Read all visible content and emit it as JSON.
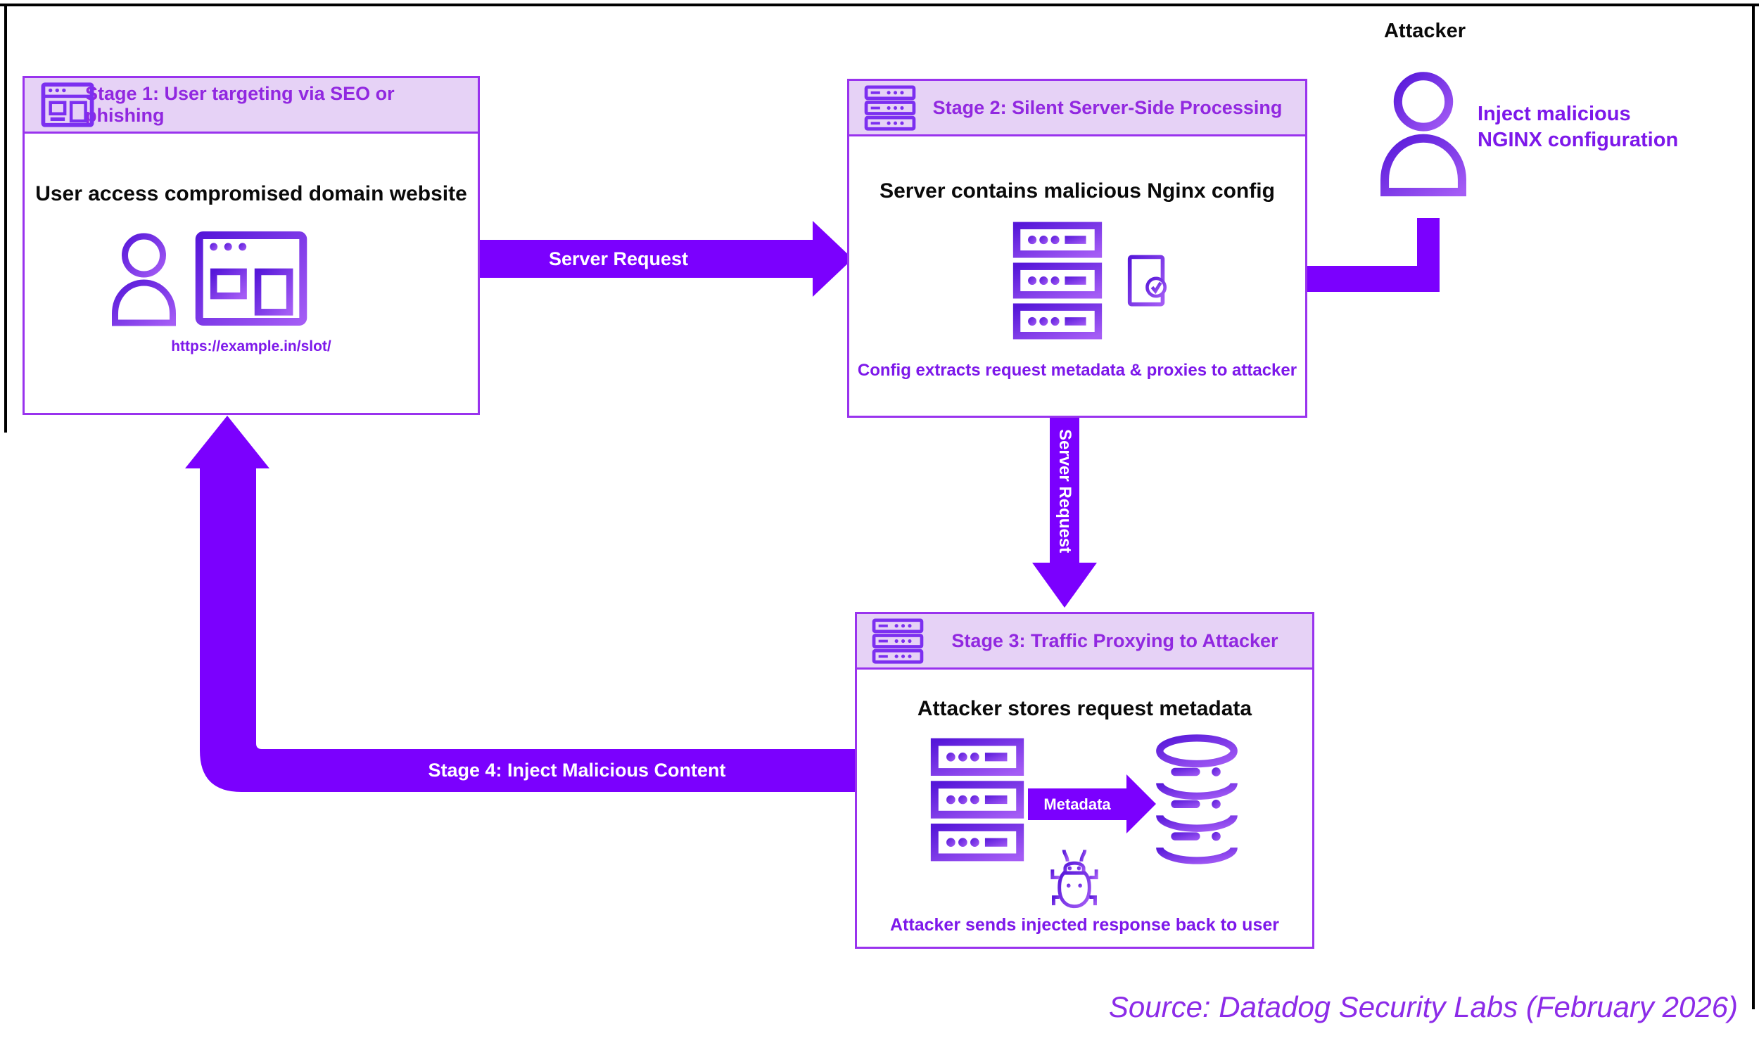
{
  "colors": {
    "accent": "#7b00fe",
    "box_border": "#9933ee",
    "header_bg": "#e6d2f6",
    "title_text": "#9128e0",
    "caption_text": "#7d18ea",
    "footer_text": "#8c2be8",
    "icon_gradient_start": "#5617d9",
    "icon_gradient_end": "#a45cf5"
  },
  "stage1": {
    "title": "Stage 1: User targeting via SEO or phishing",
    "heading": "User access compromised domain website",
    "url": "https://example.in/slot/"
  },
  "stage2": {
    "title": "Stage 2: Silent Server-Side Processing",
    "heading": "Server contains malicious Nginx config",
    "caption": "Config extracts request metadata & proxies to attacker"
  },
  "stage3": {
    "title": "Stage 3: Traffic Proxying to Attacker",
    "heading": "Attacker stores request metadata",
    "caption": "Attacker sends injected response back to user",
    "metadata_label": "Metadata"
  },
  "stage4": {
    "label": "Stage 4: Inject Malicious Content"
  },
  "arrows": {
    "server_request_horizontal": "Server Request",
    "server_request_vertical": "Server Request"
  },
  "attacker": {
    "label": "Attacker",
    "action_line1": "Inject malicious",
    "action_line2": "NGINX configuration"
  },
  "footer": {
    "source": "Source: Datadog Security Labs (February 2026)"
  }
}
